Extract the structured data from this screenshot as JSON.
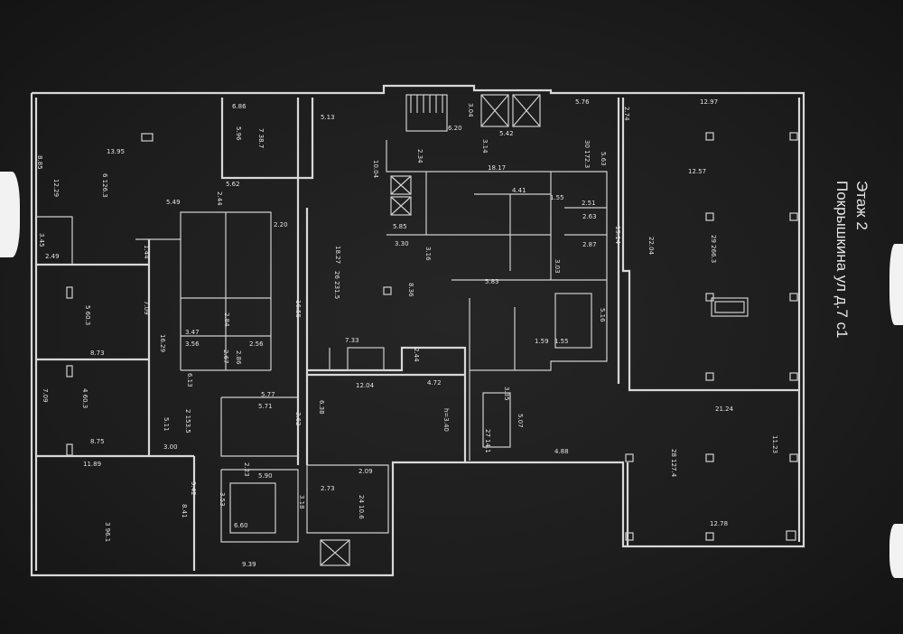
{
  "header": {
    "floor": "Этаж 2",
    "address": "Покрышкина ул д.7 с1"
  },
  "dimensions": [
    "13.95",
    "12.29",
    "8.85",
    "5.49",
    "6.86",
    "5.96",
    "5.62",
    "2.44",
    "2.20",
    "5.13",
    "2.49",
    "3.45",
    "1.44",
    "7.09",
    "8.73",
    "7.09",
    "8.75",
    "3.00",
    "5.11",
    "11.89",
    "9.42",
    "8.41",
    "3.53",
    "6.60",
    "9.39",
    "5.90",
    "2.23",
    "3.18",
    "2.73",
    "2.09",
    "5.77",
    "5.71",
    "3.62",
    "6.38",
    "12.04",
    "7.33",
    "2.44",
    "4.72",
    "h=3.40",
    "3.35",
    "5.07",
    "4.88",
    "5.16",
    "1.55",
    "1.59",
    "8.36",
    "18.27",
    "16.55",
    "10.04",
    "5.85",
    "3.30",
    "3.16",
    "18.17",
    "4.41",
    "1.55",
    "2.51",
    "2.63",
    "2.87",
    "3.03",
    "5.83",
    "6.20",
    "5.42",
    "3.14",
    "2.34",
    "3.04",
    "5.76",
    "5.63",
    "2.74",
    "12.97",
    "12.57",
    "22.04",
    "19.14",
    "21.24",
    "11.23",
    "12.78",
    "3.47",
    "3.56",
    "2.56",
    "2.84",
    "2.67",
    "2.86",
    "6.13",
    "16.29"
  ],
  "rooms": [
    "6 126.3",
    "7 38.7",
    "5 60.3",
    "4 60.3",
    "3 96.1",
    "2 153.5",
    "26 231.5",
    "30 172.3",
    "29 266.3",
    "28 127.4",
    "27 14.1",
    "24 10.6"
  ]
}
